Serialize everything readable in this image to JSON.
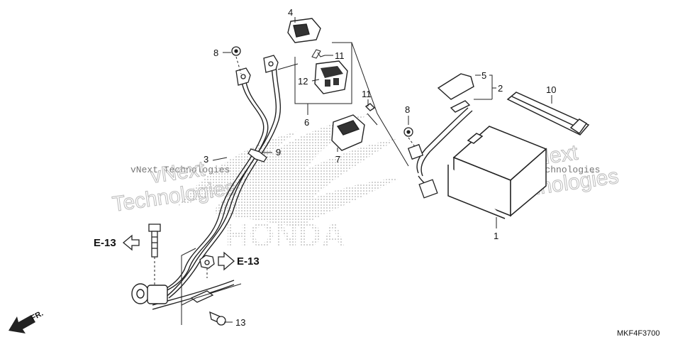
{
  "callouts": {
    "c1": "1",
    "c2": "2",
    "c3": "3",
    "c4": "4",
    "c5": "5",
    "c6": "6",
    "c7": "7",
    "c8a": "8",
    "c8b": "8",
    "c9": "9",
    "c10": "10",
    "c11a": "11",
    "c11b": "11",
    "c12": "12",
    "c13": "13"
  },
  "refs": {
    "left": "E-13",
    "right": "E-13"
  },
  "watermark": {
    "left_line": "vNext Technologies",
    "left_big1": "vNext",
    "left_big2": "Technologies",
    "right_line": "vNext Technologies",
    "right_big1": "vNext",
    "right_big2": "Technologies"
  },
  "brand_text": "HONDA",
  "direction_label": "FR.",
  "diagram_code": "MKF4F3700"
}
